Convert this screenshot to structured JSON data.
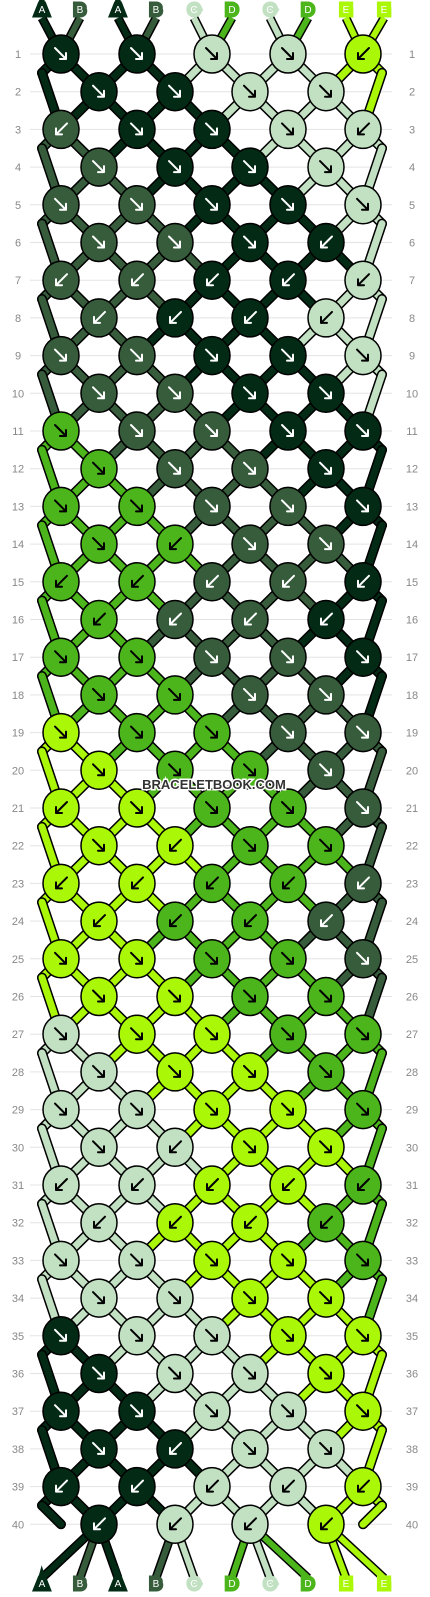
{
  "watermark": "BRACELETBOOK.COM",
  "colors": {
    "A": "#022a15",
    "B": "#365c3b",
    "C": "#c2e0c2",
    "D": "#4cb51b",
    "E": "#aaf708"
  },
  "top_labels": [
    "A",
    "B",
    "A",
    "B",
    "C",
    "D",
    "C",
    "D",
    "E",
    "E"
  ],
  "bottom_labels": [
    "A",
    "B",
    "A",
    "B",
    "C",
    "D",
    "C",
    "D",
    "E",
    "E"
  ],
  "rows": [
    "1",
    "2",
    "3",
    "4",
    "5",
    "6",
    "7",
    "8",
    "9",
    "10",
    "11",
    "12",
    "13",
    "14",
    "15",
    "16",
    "17",
    "18",
    "19",
    "20",
    "21",
    "22",
    "23",
    "24",
    "25",
    "26",
    "27",
    "28",
    "29",
    "30",
    "31",
    "32",
    "33",
    "34",
    "35",
    "36",
    "37",
    "38",
    "39",
    "40"
  ],
  "knots": [
    [
      "A:se",
      "A:se",
      "C:se",
      "C:se",
      "E:sw"
    ],
    [
      "A:se",
      "A:se",
      "C:se",
      "C:se"
    ],
    [
      "B:sw",
      "A:se",
      "A:se",
      "C:se",
      "C:sw"
    ],
    [
      "B:se",
      "A:se",
      "A:se",
      "C:se"
    ],
    [
      "B:se",
      "B:se",
      "A:se",
      "A:se",
      "C:se"
    ],
    [
      "B:se",
      "B:se",
      "A:se",
      "A:sw"
    ],
    [
      "B:sw",
      "B:sw",
      "A:sw",
      "A:sw",
      "C:sw"
    ],
    [
      "B:sw",
      "A:sw",
      "A:sw",
      "C:sw"
    ],
    [
      "B:se",
      "B:se",
      "A:se",
      "A:se",
      "C:se"
    ],
    [
      "B:se",
      "B:se",
      "A:se",
      "A:se"
    ],
    [
      "D:se",
      "B:se",
      "B:se",
      "A:se",
      "A:se"
    ],
    [
      "D:se",
      "B:se",
      "B:se",
      "A:se"
    ],
    [
      "D:se",
      "D:se",
      "B:se",
      "B:se",
      "A:se"
    ],
    [
      "D:se",
      "D:sw",
      "B:se",
      "B:se"
    ],
    [
      "D:sw",
      "D:sw",
      "B:sw",
      "B:sw",
      "A:sw"
    ],
    [
      "D:sw",
      "B:sw",
      "B:sw",
      "A:sw"
    ],
    [
      "D:se",
      "D:se",
      "B:se",
      "B:se",
      "A:se"
    ],
    [
      "D:se",
      "D:se",
      "B:se",
      "B:se"
    ],
    [
      "E:se",
      "D:se",
      "D:se",
      "B:se",
      "B:se"
    ],
    [
      "E:se",
      "D:se",
      "D:se",
      "B:se"
    ],
    [
      "E:sw",
      "E:se",
      "D:se",
      "D:se",
      "B:se"
    ],
    [
      "E:se",
      "E:sw",
      "D:se",
      "D:se"
    ],
    [
      "E:sw",
      "E:sw",
      "D:sw",
      "D:sw",
      "B:sw"
    ],
    [
      "E:sw",
      "D:sw",
      "D:sw",
      "B:sw"
    ],
    [
      "E:se",
      "E:se",
      "D:se",
      "D:se",
      "B:se"
    ],
    [
      "E:se",
      "E:se",
      "D:se",
      "D:se"
    ],
    [
      "C:se",
      "E:se",
      "E:se",
      "D:se",
      "D:se"
    ],
    [
      "C:se",
      "E:se",
      "E:se",
      "D:se"
    ],
    [
      "C:se",
      "C:se",
      "E:se",
      "E:se",
      "D:se"
    ],
    [
      "C:se",
      "C:sw",
      "E:se",
      "E:se"
    ],
    [
      "C:sw",
      "C:sw",
      "E:sw",
      "E:sw",
      "D:sw"
    ],
    [
      "C:sw",
      "E:sw",
      "E:sw",
      "D:sw"
    ],
    [
      "C:se",
      "C:se",
      "E:se",
      "E:se",
      "D:se"
    ],
    [
      "C:se",
      "C:se",
      "E:se",
      "E:se"
    ],
    [
      "A:se",
      "C:se",
      "C:se",
      "E:se",
      "E:se"
    ],
    [
      "A:se",
      "C:se",
      "C:se",
      "E:se"
    ],
    [
      "A:se",
      "A:se",
      "C:se",
      "C:se",
      "E:se"
    ],
    [
      "A:se",
      "A:sw",
      "C:se",
      "C:se"
    ],
    [
      "A:sw",
      "A:sw",
      "C:sw",
      "C:sw",
      "E:sw"
    ],
    [
      "A:sw",
      "C:sw",
      "C:sw",
      "E:sw"
    ]
  ]
}
